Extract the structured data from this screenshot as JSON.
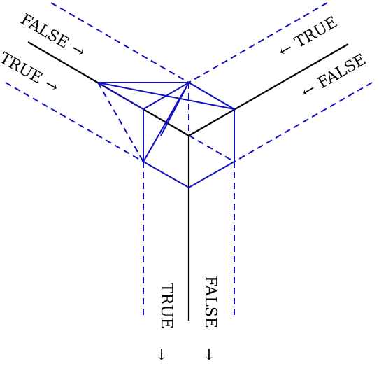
{
  "colors": {
    "lines": "#1010c0",
    "axes": "#000000",
    "background": "#ffffff"
  },
  "labels": {
    "top_left_false": "FALSE",
    "top_left_true": "TRUE",
    "top_right_true": "TRUE",
    "top_right_false": "FALSE",
    "bottom_true": "TRUE",
    "bottom_false": "FALSE",
    "arrow_right": "→",
    "arrow_left": "←",
    "arrow_down": "↓"
  }
}
